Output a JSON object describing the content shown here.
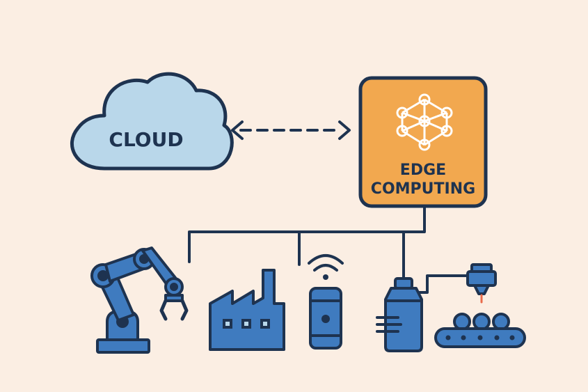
{
  "labels": {
    "cloud": "CLOUD",
    "edge_line1": "EDGE",
    "edge_line2": "COMPUTING"
  },
  "colors": {
    "background": "#fbeee3",
    "outline": "#1e3350",
    "cloud_fill": "#b9d7ea",
    "edge_fill": "#f2a84f",
    "device_fill": "#3f7bbf",
    "neural_net_stroke": "#ffffff"
  },
  "icons": [
    "cloud-icon",
    "bidirectional-arrow-icon",
    "neural-network-icon",
    "robot-arm-icon",
    "factory-icon",
    "wireless-sensor-icon",
    "industrial-gas-tank-icon",
    "conveyor-belt-icon"
  ]
}
